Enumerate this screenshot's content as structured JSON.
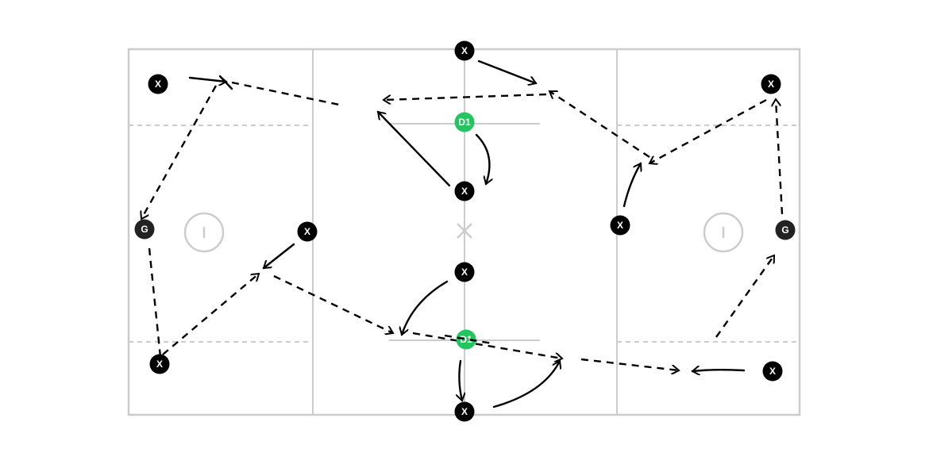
{
  "diagram": {
    "colors": {
      "field_lines": "#cccccc",
      "player": "#000000",
      "goalie": "#222222",
      "defender": "#22c55e"
    },
    "players": {
      "x_top_center": "X",
      "x_top_left": "X",
      "x_top_right": "X",
      "x_upper_center": "X",
      "x_left_mid": "X",
      "x_right_mid": "X",
      "x_lower_center": "X",
      "x_bottom_left": "X",
      "x_bottom_right": "X",
      "x_bottom_center": "X",
      "goalie_left": "G",
      "goalie_right": "G",
      "d1_top": "D1",
      "d1_bottom": "D1"
    }
  }
}
